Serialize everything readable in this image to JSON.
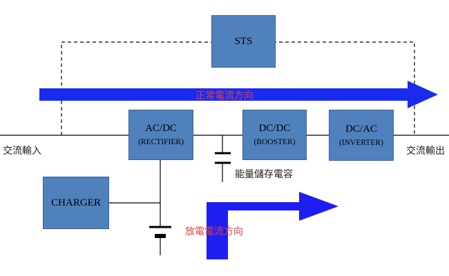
{
  "blocks": {
    "sts": {
      "label": "STS"
    },
    "rectifier": {
      "label": "AC/DC",
      "sublabel": "(RECTIFIER)"
    },
    "booster": {
      "label": "DC/DC",
      "sublabel": "(BOOSTER)"
    },
    "inverter": {
      "label": "DC/AC",
      "sublabel": "(INVERTER)"
    },
    "charger": {
      "label": "CHARGER"
    }
  },
  "labels": {
    "ac_input": "交流輸入",
    "ac_output": "交流輸出",
    "capacitor": "能量儲存電容",
    "normal_flow": "正常電流方向",
    "discharge_flow": "放電電流方向"
  },
  "colors": {
    "block_fill": "#4f81bd",
    "normal_arrow": "#1a2bf0",
    "discharge_arrow": "#1e1ef0",
    "flow_text": "#e04040"
  }
}
